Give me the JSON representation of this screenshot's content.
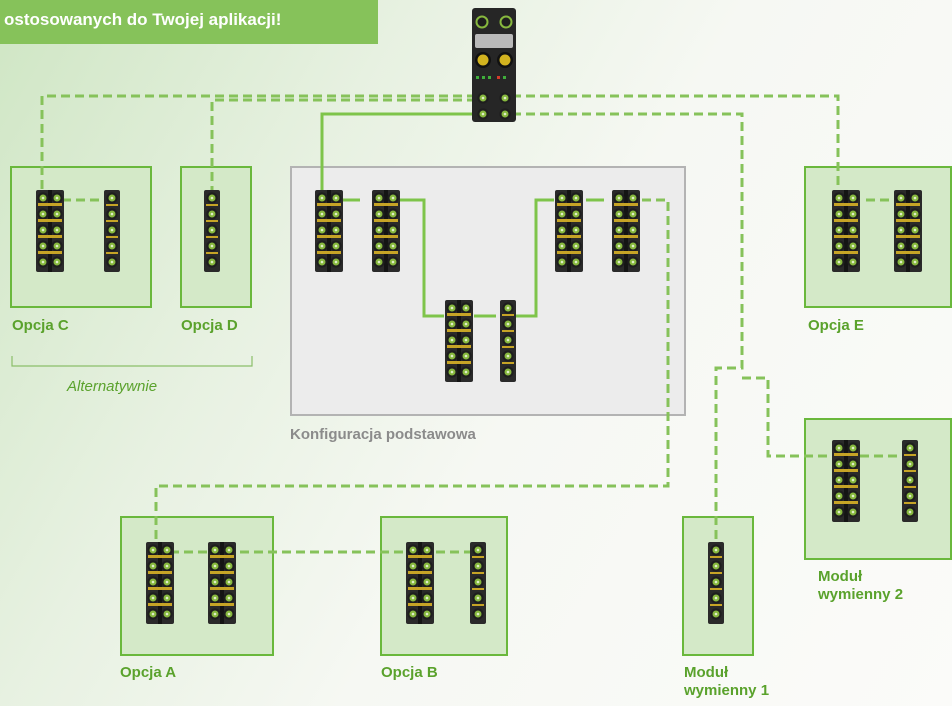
{
  "banner": {
    "text": "ostosowanych do Twojej aplikacji!"
  },
  "groups": {
    "opcja_c": "Opcja C",
    "opcja_d": "Opcja D",
    "alternatywnie": "Alternatywnie",
    "opcja_e": "Opcja E",
    "base": "Konfiguracja podstawowa",
    "opcja_a": "Opcja A",
    "opcja_b": "Opcja B",
    "modul1_line1": "Moduł",
    "modul1_line2": "wymienny 1",
    "modul2_line1": "Moduł",
    "modul2_line2": "wymienny 2"
  },
  "colors": {
    "accent": "#86c25a",
    "label": "#5aa22c",
    "box_border": "#6ab83c",
    "box_fill": "#d4e9c8",
    "line_solid": "#7ec44a",
    "line_dashed": "#86c25a"
  }
}
